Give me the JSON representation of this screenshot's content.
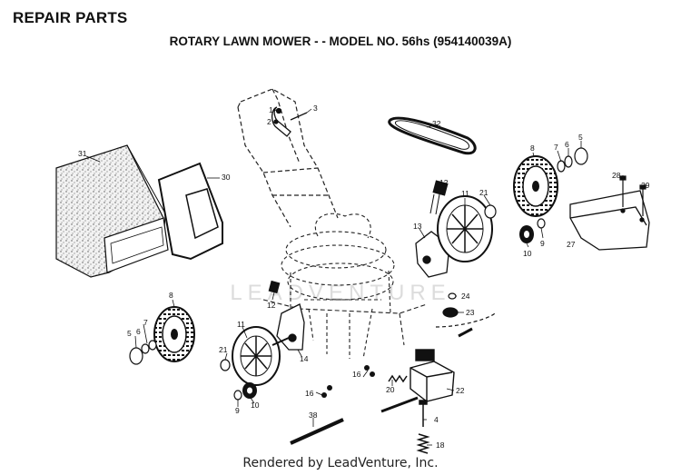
{
  "header": {
    "title": "REPAIR PARTS",
    "subtitle": "ROTARY LAWN MOWER - - MODEL NO. 56hs (954140039A)"
  },
  "footer": {
    "text": "Rendered by LeadVenture, Inc."
  },
  "watermark": {
    "text": "LEADVENTURE"
  },
  "parts": [
    {
      "id": "p1",
      "label": "1"
    },
    {
      "id": "p2",
      "label": "2"
    },
    {
      "id": "p3",
      "label": "3"
    },
    {
      "id": "p32",
      "label": "32"
    },
    {
      "id": "p31",
      "label": "31"
    },
    {
      "id": "p30",
      "label": "30"
    },
    {
      "id": "p12a",
      "label": "12"
    },
    {
      "id": "p11a",
      "label": "11"
    },
    {
      "id": "p21a",
      "label": "21"
    },
    {
      "id": "p13",
      "label": "13"
    },
    {
      "id": "p8a",
      "label": "8"
    },
    {
      "id": "p7a",
      "label": "7"
    },
    {
      "id": "p6a",
      "label": "6"
    },
    {
      "id": "p5a",
      "label": "5"
    },
    {
      "id": "p28",
      "label": "28"
    },
    {
      "id": "p29",
      "label": "29"
    },
    {
      "id": "p27",
      "label": "27"
    },
    {
      "id": "p9a",
      "label": "9"
    },
    {
      "id": "p10a",
      "label": "10"
    },
    {
      "id": "p24",
      "label": "24"
    },
    {
      "id": "p23",
      "label": "23"
    },
    {
      "id": "p8b",
      "label": "8"
    },
    {
      "id": "p12b",
      "label": "12"
    },
    {
      "id": "p7b",
      "label": "7"
    },
    {
      "id": "p6b",
      "label": "6"
    },
    {
      "id": "p5b",
      "label": "5"
    },
    {
      "id": "p11b",
      "label": "11"
    },
    {
      "id": "p21b",
      "label": "21"
    },
    {
      "id": "p14",
      "label": "14"
    },
    {
      "id": "p16a",
      "label": "16"
    },
    {
      "id": "p16b",
      "label": "16"
    },
    {
      "id": "p20",
      "label": "20"
    },
    {
      "id": "p22",
      "label": "22"
    },
    {
      "id": "p9b",
      "label": "9"
    },
    {
      "id": "p10b",
      "label": "10"
    },
    {
      "id": "p38",
      "label": "38"
    },
    {
      "id": "p4",
      "label": "4"
    },
    {
      "id": "p18",
      "label": "18"
    }
  ]
}
